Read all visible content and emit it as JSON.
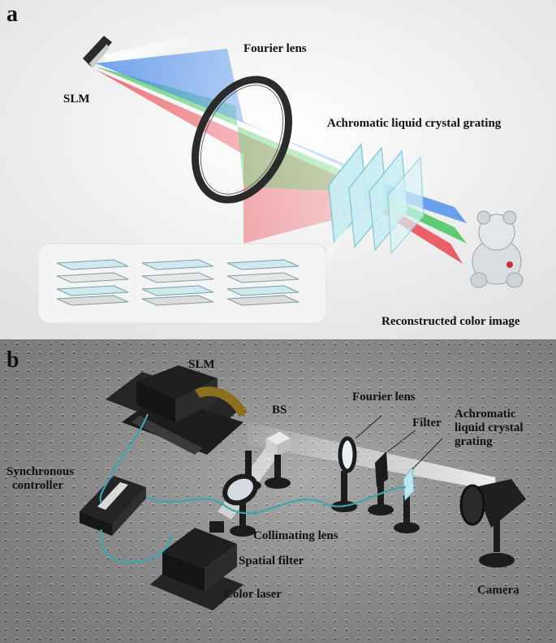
{
  "panel_a": {
    "letter": "a",
    "labels": {
      "slm": "SLM",
      "fourier_lens": "Fourier lens",
      "grating": "Achromatic liquid crystal grating",
      "reconstructed": "Reconstructed color image"
    }
  },
  "panel_b": {
    "letter": "b",
    "labels": {
      "slm": "SLM",
      "bs": "BS",
      "fourier_lens": "Fourier lens",
      "filter": "Filter",
      "grating_line1": "Achromatic",
      "grating_line2": "liquid crystal",
      "grating_line3": "grating",
      "sync_line1": "Synchronous",
      "sync_line2": "controller",
      "collimating": "Collimating lens",
      "spatial_filter": "Spatial filter",
      "color_laser": "Color laser",
      "camera": "Camera"
    }
  },
  "colors": {
    "beam_red": "#e8323c",
    "beam_green": "#2fbf4a",
    "beam_blue": "#2f7ae8",
    "cable": "#3aa6b0",
    "table": "#8f8f8f"
  }
}
